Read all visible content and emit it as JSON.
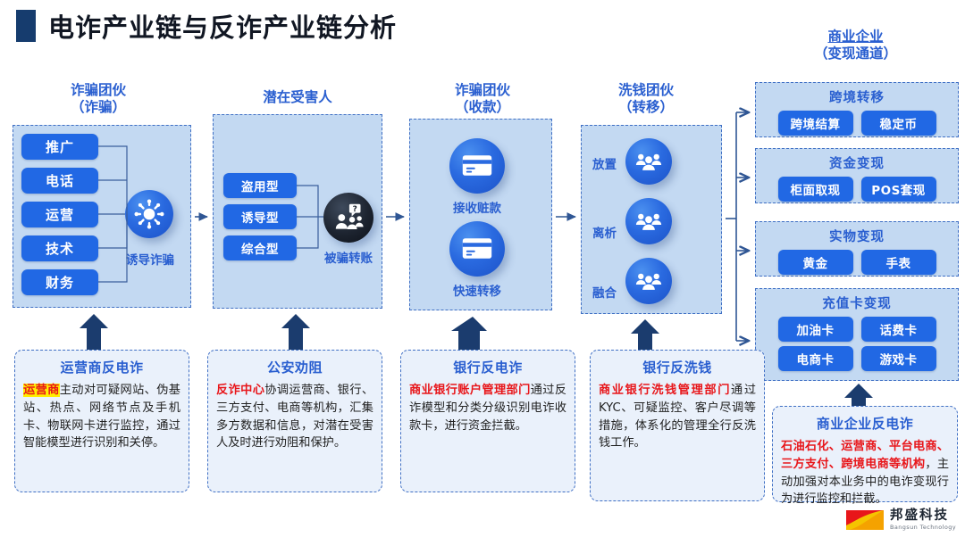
{
  "title": "电诈产业链与反诈产业链分析",
  "columns": [
    {
      "line1": "诈骗团伙",
      "line2": "（诈骗）"
    },
    {
      "line1": "潜在受害人",
      "line2": ""
    },
    {
      "line1": "诈骗团伙",
      "line2": "（收款）"
    },
    {
      "line1": "洗钱团伙",
      "line2": "（转移）"
    },
    {
      "line1": "商业企业",
      "line2": "（变现通道）"
    }
  ],
  "stage1": {
    "roles": [
      "推广",
      "电话",
      "运营",
      "技术",
      "财务"
    ],
    "hub_label": "诱导诈骗",
    "hub_icon": "virus-icon"
  },
  "stage2": {
    "types": [
      "盗用型",
      "诱导型",
      "综合型"
    ],
    "hub_label": "被骗转账",
    "hub_icon": "confused-people-icon"
  },
  "stage3": {
    "items": [
      {
        "label": "接收赃款",
        "icon": "credit-card-icon"
      },
      {
        "label": "快速转移",
        "icon": "credit-card-icon"
      }
    ]
  },
  "stage4": {
    "items": [
      {
        "label": "放置",
        "icon": "group-people-icon"
      },
      {
        "label": "离析",
        "icon": "group-people-icon"
      },
      {
        "label": "融合",
        "icon": "group-people-icon"
      }
    ]
  },
  "stage5": {
    "groups": [
      {
        "title": "跨境转移",
        "rows": [
          [
            "跨境结算",
            "稳定币"
          ]
        ]
      },
      {
        "title": "资金变现",
        "rows": [
          [
            "柜面取现",
            "POS套现"
          ]
        ]
      },
      {
        "title": "实物变现",
        "rows": [
          [
            "黄金",
            "手表"
          ]
        ]
      },
      {
        "title": "充值卡变现",
        "rows": [
          [
            "加油卡",
            "话费卡"
          ],
          [
            "电商卡",
            "游戏卡"
          ]
        ]
      }
    ]
  },
  "cards": [
    {
      "title": "运营商反电诈",
      "emphasis": "运营商",
      "emphasis_highlight": true,
      "body": "主动对可疑网站、伪基站、热点、网络节点及手机卡、物联网卡进行监控，通过智能模型进行识别和关停。"
    },
    {
      "title": "公安劝阻",
      "emphasis": "反诈中心",
      "emphasis_highlight": false,
      "body": "协调运营商、银行、三方支付、电商等机构，汇集多方数据和信息，对潜在受害人及时进行劝阻和保护。"
    },
    {
      "title": "银行反电诈",
      "emphasis": "商业银行账户管理部门",
      "emphasis_highlight": false,
      "body": "通过反诈模型和分类分级识别电诈收款卡，进行资金拦截。"
    },
    {
      "title": "银行反洗钱",
      "emphasis": "商业银行洗钱管理部门",
      "emphasis_highlight": false,
      "body": "通过KYC、可疑监控、客户尽调等措施，体系化的管理全行反洗钱工作。"
    },
    {
      "title": "商业企业反电诈",
      "emphasis": "石油石化、运营商、平台电商、三方支付、跨境电商等机构",
      "emphasis_highlight": false,
      "body": "，主动加强对本业务中的电诈变现行为进行监控和拦截。"
    }
  ],
  "logo": {
    "cn": "邦盛科技",
    "en": "Bangsun Technology"
  },
  "colors": {
    "accent_blue": "#2168e4",
    "header_blue": "#2a5fd0",
    "panel_fill": "#c3d9f2",
    "panel_border": "#3f6fc4",
    "navy": "#163c6e",
    "emphasis_red": "#e8161a",
    "highlight_yellow": "#ffee00"
  }
}
